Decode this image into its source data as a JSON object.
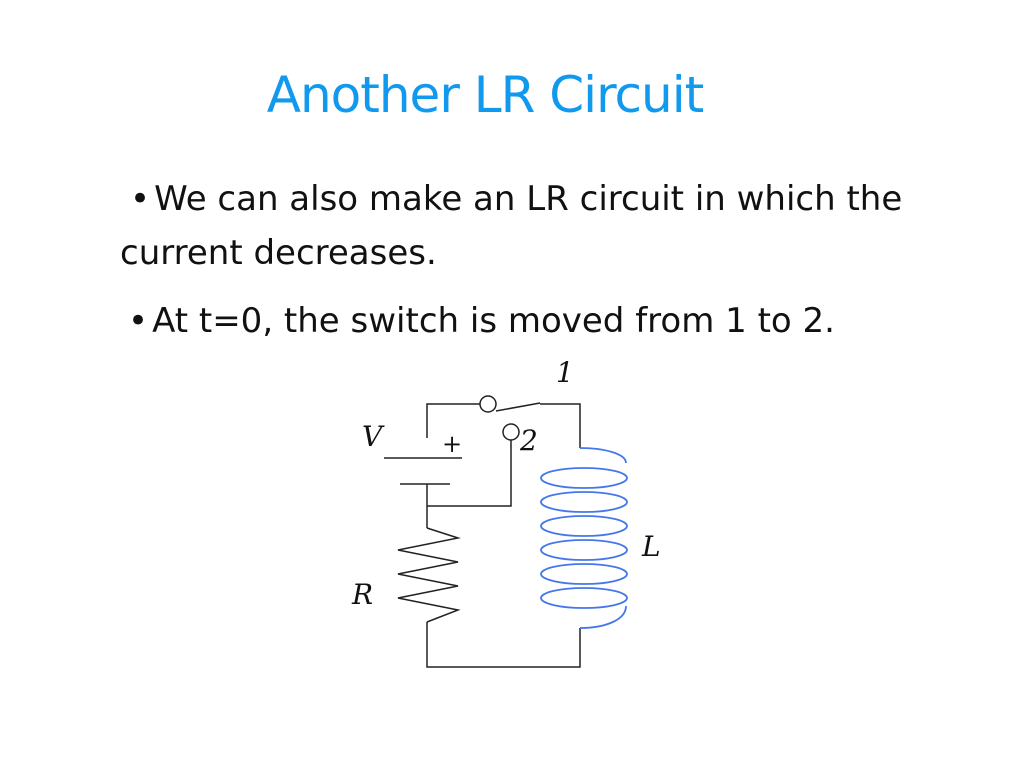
{
  "slide": {
    "title": "Another LR Circuit",
    "bullets": [
      {
        "marker": "•",
        "text": "We can also make an LR circuit in which the current decreases."
      },
      {
        "marker": "•",
        "text": "At t=0, the switch is moved from 1 to 2."
      }
    ]
  },
  "diagram": {
    "labels": {
      "switch_position_1": "1",
      "switch_position_2": "2",
      "battery": "V",
      "battery_polarity": "+",
      "inductor": "L",
      "resistor": "R"
    },
    "colors": {
      "wire": "#222222",
      "inductor_coil": "#4477ee",
      "title": "#1199ee"
    }
  }
}
